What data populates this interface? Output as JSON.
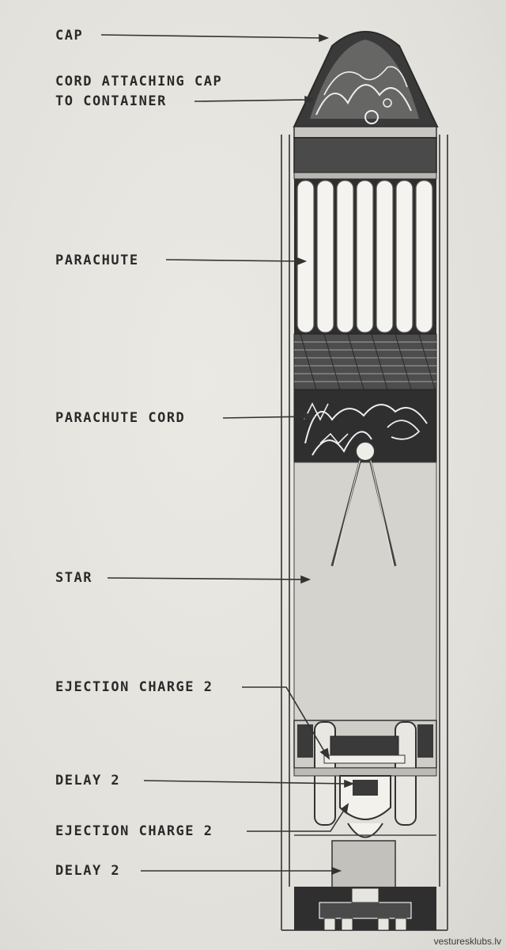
{
  "diagram": {
    "labels": {
      "cap": "CAP",
      "cord_attaching_line1": "CORD ATTACHING CAP",
      "cord_attaching_line2": "TO CONTAINER",
      "parachute": "PARACHUTE",
      "parachute_cord": "PARACHUTE CORD",
      "star": "STAR",
      "ejection_charge_upper": "EJECTION CHARGE 2",
      "delay_upper": "DELAY 2",
      "ejection_charge_lower": "EJECTION CHARGE 2",
      "delay_lower": "DELAY 2"
    }
  },
  "watermark": "vesturesklubs.lv",
  "colors": {
    "ink": "#2a2a2a",
    "paper": "#e6e4de",
    "dark_fill": "#3a3a3a",
    "parachute_fill": "#f4f3ef"
  }
}
